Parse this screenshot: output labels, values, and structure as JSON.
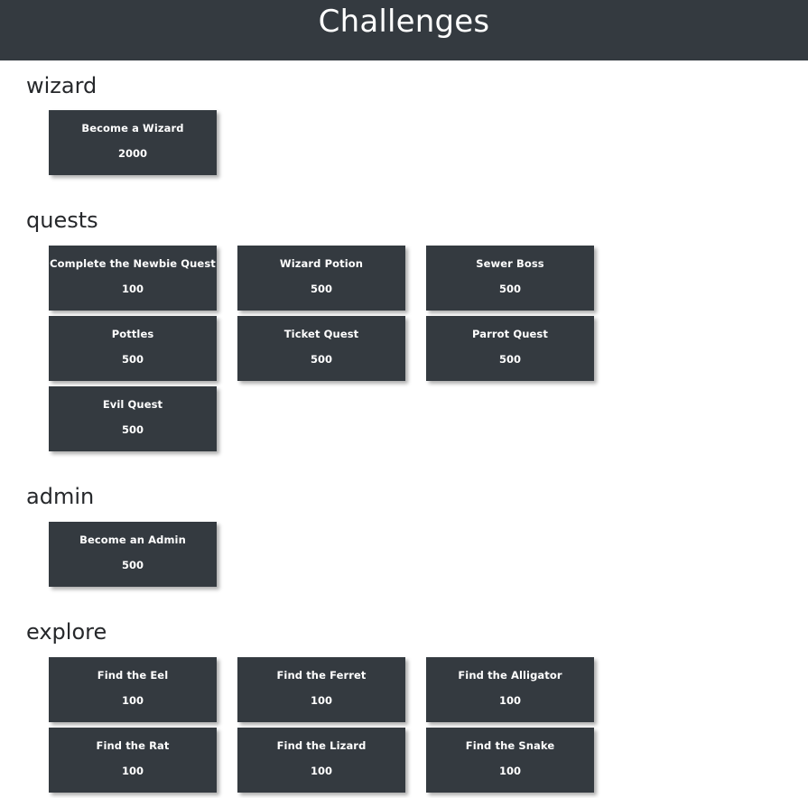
{
  "header": {
    "title": "Challenges",
    "background_color": "#343a40",
    "text_color": "#ffffff"
  },
  "theme": {
    "card_background": "#343a40",
    "card_text": "#ffffff",
    "page_background": "#ffffff",
    "section_heading_color": "#26282b"
  },
  "sections": [
    {
      "id": "wizard",
      "title": "wizard",
      "cards": [
        {
          "name": "Become a Wizard",
          "points": "2000"
        }
      ]
    },
    {
      "id": "quests",
      "title": "quests",
      "cards": [
        {
          "name": "Complete the Newbie Quest",
          "points": "100"
        },
        {
          "name": "Wizard Potion",
          "points": "500"
        },
        {
          "name": "Sewer Boss",
          "points": "500"
        },
        {
          "name": "Pottles",
          "points": "500"
        },
        {
          "name": "Ticket Quest",
          "points": "500"
        },
        {
          "name": "Parrot Quest",
          "points": "500"
        },
        {
          "name": "Evil Quest",
          "points": "500"
        }
      ]
    },
    {
      "id": "admin",
      "title": "admin",
      "cards": [
        {
          "name": "Become an Admin",
          "points": "500"
        }
      ]
    },
    {
      "id": "explore",
      "title": "explore",
      "cards": [
        {
          "name": "Find the Eel",
          "points": "100"
        },
        {
          "name": "Find the Ferret",
          "points": "100"
        },
        {
          "name": "Find the Alligator",
          "points": "100"
        },
        {
          "name": "Find the Rat",
          "points": "100"
        },
        {
          "name": "Find the Lizard",
          "points": "100"
        },
        {
          "name": "Find the Snake",
          "points": "100"
        }
      ]
    }
  ]
}
